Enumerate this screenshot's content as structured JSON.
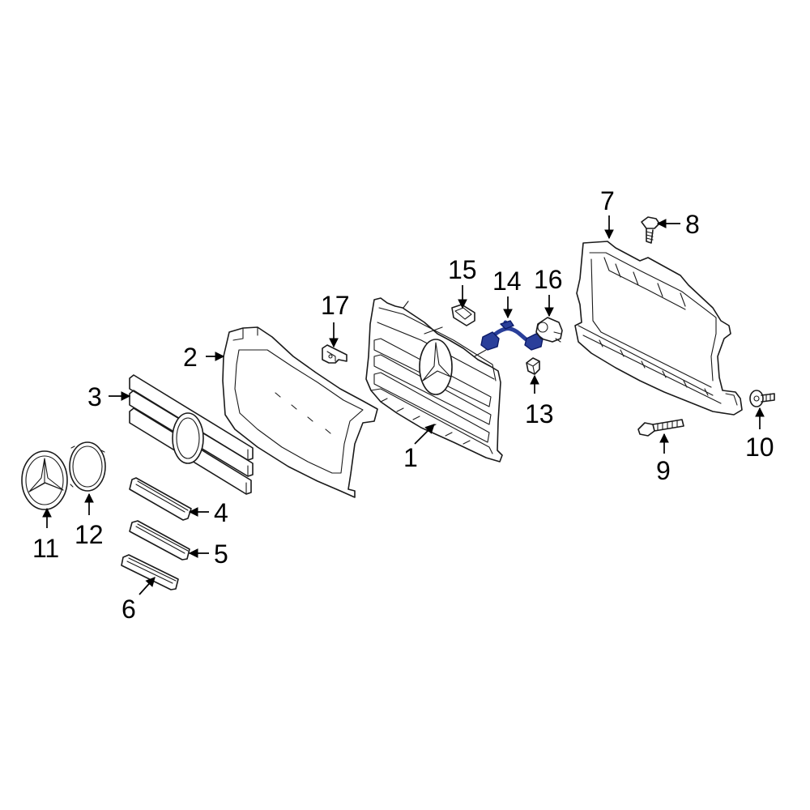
{
  "diagram": {
    "highlight_color": "#2a3f9a",
    "callouts": [
      {
        "id": "c1",
        "label": "1"
      },
      {
        "id": "c2",
        "label": "2"
      },
      {
        "id": "c3",
        "label": "3"
      },
      {
        "id": "c4",
        "label": "4"
      },
      {
        "id": "c5",
        "label": "5"
      },
      {
        "id": "c6",
        "label": "6"
      },
      {
        "id": "c7",
        "label": "7"
      },
      {
        "id": "c8",
        "label": "8"
      },
      {
        "id": "c9",
        "label": "9"
      },
      {
        "id": "c10",
        "label": "10"
      },
      {
        "id": "c11",
        "label": "11"
      },
      {
        "id": "c12",
        "label": "12"
      },
      {
        "id": "c13",
        "label": "13"
      },
      {
        "id": "c14",
        "label": "14"
      },
      {
        "id": "c15",
        "label": "15"
      },
      {
        "id": "c16",
        "label": "16"
      },
      {
        "id": "c17",
        "label": "17"
      }
    ]
  }
}
